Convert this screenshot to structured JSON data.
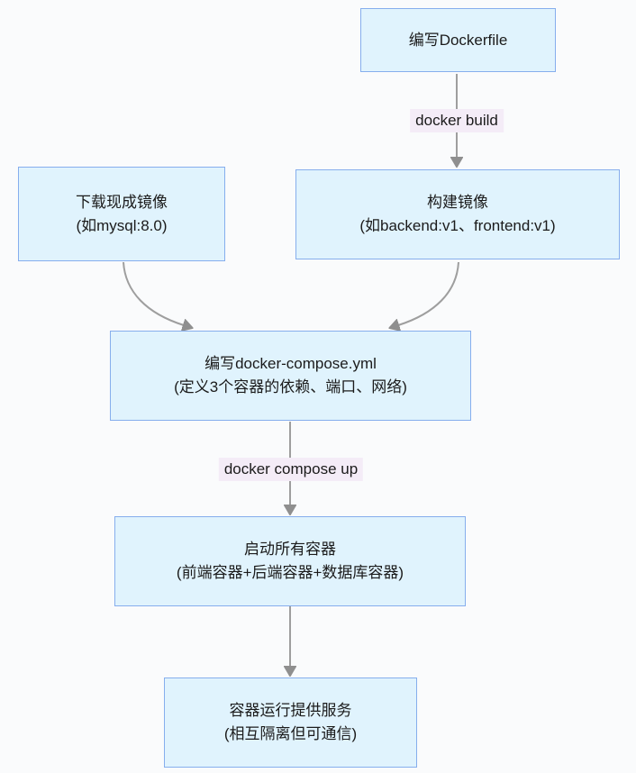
{
  "diagram": {
    "type": "flowchart",
    "background": "#fafbfc",
    "colors": {
      "node_fill": "#e0f3fd",
      "node_border": "#86aeed",
      "edge": "#9e9e9e",
      "arrowhead": "#8f8f8f",
      "edge_label_bg": "#f4ecf7",
      "text": "#1b1b1b"
    },
    "nodes": [
      {
        "id": "write-dockerfile",
        "title": "编写Dockerfile",
        "subtitle": ""
      },
      {
        "id": "download-ready-image",
        "title": "下载现成镜像",
        "subtitle": "(如mysql:8.0)"
      },
      {
        "id": "build-image",
        "title": "构建镜像",
        "subtitle": "(如backend:v1、frontend:v1)"
      },
      {
        "id": "write-docker-compose",
        "title": "编写docker-compose.yml",
        "subtitle": "(定义3个容器的依赖、端口、网络)"
      },
      {
        "id": "start-all-containers",
        "title": "启动所有容器",
        "subtitle": "(前端容器+后端容器+数据库容器)"
      },
      {
        "id": "containers-serving",
        "title": "容器运行提供服务",
        "subtitle": "(相互隔离但可通信)"
      }
    ],
    "edge_labels": [
      {
        "id": "docker-build",
        "text": "docker build"
      },
      {
        "id": "docker-compose-up",
        "text": "docker compose up"
      }
    ],
    "edges": [
      {
        "from": "write-dockerfile",
        "to": "build-image",
        "label": "docker build"
      },
      {
        "from": "download-ready-image",
        "to": "write-docker-compose",
        "label": ""
      },
      {
        "from": "build-image",
        "to": "write-docker-compose",
        "label": ""
      },
      {
        "from": "write-docker-compose",
        "to": "start-all-containers",
        "label": "docker compose up"
      },
      {
        "from": "start-all-containers",
        "to": "containers-serving",
        "label": ""
      }
    ]
  }
}
